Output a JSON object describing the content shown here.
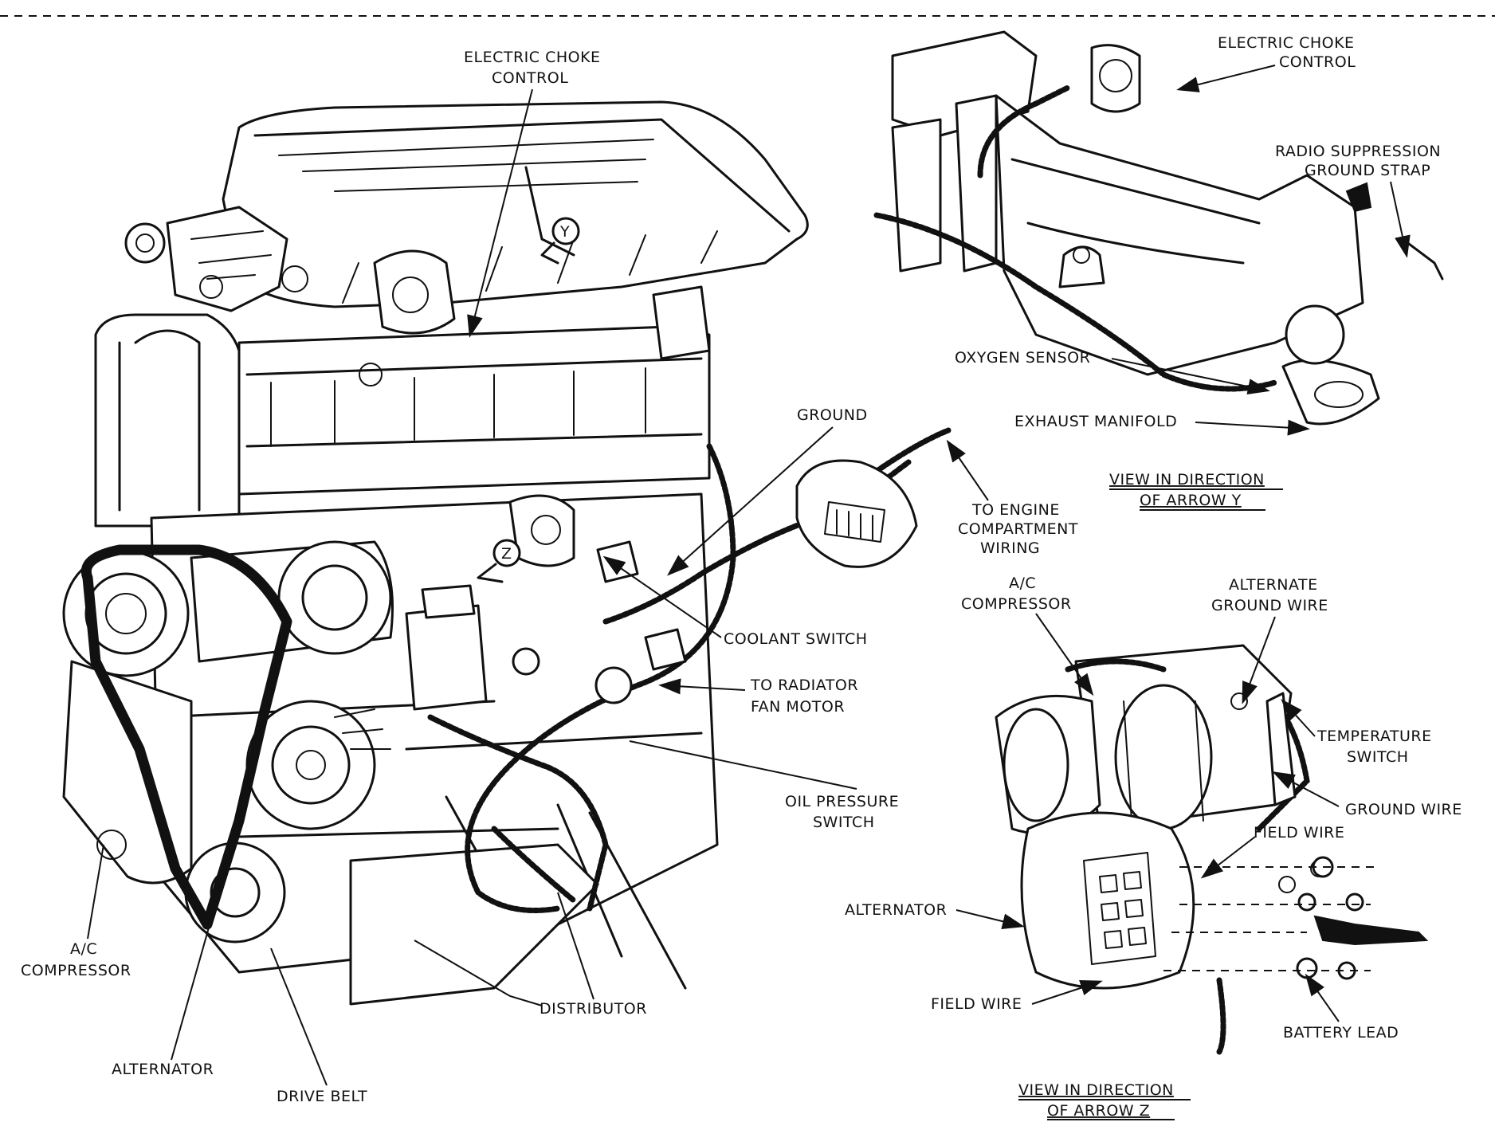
{
  "labels": {
    "electric_choke_control": [
      "ELECTRIC CHOKE",
      "CONTROL"
    ],
    "ground": "GROUND",
    "to_engine_compartment_wiring": [
      "TO ENGINE",
      "COMPARTMENT",
      "WIRING"
    ],
    "coolant_switch": "COOLANT SWITCH",
    "to_radiator_fan_motor": [
      "TO RADIATOR",
      "FAN MOTOR"
    ],
    "oil_pressure_switch": [
      "OIL PRESSURE",
      "SWITCH"
    ],
    "distributor": "DISTRIBUTOR",
    "ac_compressor_main": [
      "A/C",
      "COMPRESSOR"
    ],
    "alternator_main": "ALTERNATOR",
    "drive_belt": "DRIVE BELT",
    "arrow_y": "Y",
    "arrow_z": "Z"
  },
  "view_y": {
    "electric_choke_control": [
      "ELECTRIC CHOKE",
      "CONTROL"
    ],
    "radio_suppression_ground_strap": [
      "RADIO SUPPRESSION",
      "GROUND STRAP"
    ],
    "oxygen_sensor": "OXYGEN SENSOR",
    "exhaust_manifold": "EXHAUST MANIFOLD",
    "caption": [
      "VIEW IN DIRECTION",
      "OF ARROW Y"
    ]
  },
  "view_z": {
    "ac_compressor": [
      "A/C",
      "COMPRESSOR"
    ],
    "alternate_ground_wire": [
      "ALTERNATE",
      "GROUND WIRE"
    ],
    "temperature_switch": [
      "TEMPERATURE",
      "SWITCH"
    ],
    "ground_wire": "GROUND WIRE",
    "field_wire_top": "FIELD WIRE",
    "alternator": "ALTERNATOR",
    "field_wire_bottom": "FIELD WIRE",
    "battery_lead": "BATTERY LEAD",
    "caption": [
      "VIEW IN DIRECTION",
      "OF ARROW Z"
    ]
  }
}
